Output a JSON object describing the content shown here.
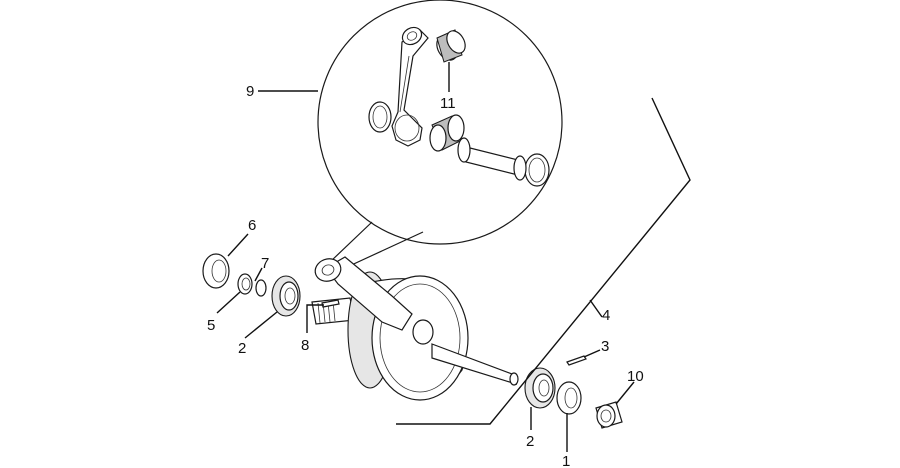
{
  "callouts": {
    "c1": "1",
    "c2a": "2",
    "c2b": "2",
    "c3": "3",
    "c4": "4",
    "c5": "5",
    "c6": "6",
    "c7": "7",
    "c8": "8",
    "c9": "9",
    "c10": "10",
    "c11": "11"
  }
}
